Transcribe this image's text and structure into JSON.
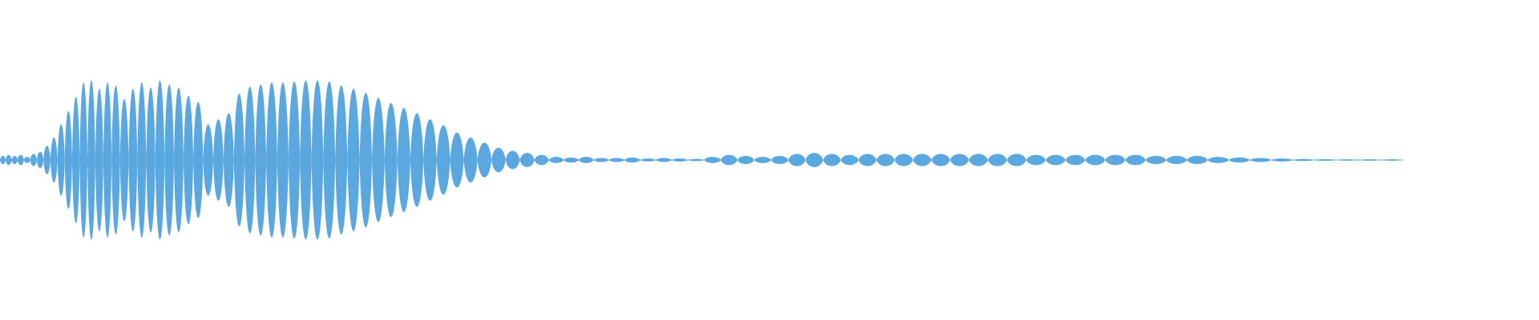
{
  "waveform": {
    "color": "#5ba8e0",
    "background": "#ffffff",
    "lobes": [
      {
        "amp": 0.04
      },
      {
        "amp": 0.05
      },
      {
        "amp": 0.04
      },
      {
        "amp": 0.05
      },
      {
        "amp": 0.03
      },
      {
        "amp": 0.06
      },
      {
        "amp": 0.08
      },
      {
        "amp": 0.14
      },
      {
        "amp": 0.22
      },
      {
        "amp": 0.35
      },
      {
        "amp": 0.48
      },
      {
        "amp": 0.62
      },
      {
        "amp": 0.76
      },
      {
        "amp": 0.78
      },
      {
        "amp": 0.7
      },
      {
        "amp": 0.76
      },
      {
        "amp": 0.73
      },
      {
        "amp": 0.6
      },
      {
        "amp": 0.7
      },
      {
        "amp": 0.76
      },
      {
        "amp": 0.71
      },
      {
        "amp": 0.78
      },
      {
        "amp": 0.74
      },
      {
        "amp": 0.71
      },
      {
        "amp": 0.63
      },
      {
        "amp": 0.57
      },
      {
        "amp": 0.35
      },
      {
        "amp": 0.4
      },
      {
        "amp": 0.46
      },
      {
        "amp": 0.65
      },
      {
        "amp": 0.72
      },
      {
        "amp": 0.74
      },
      {
        "amp": 0.76
      },
      {
        "amp": 0.76
      },
      {
        "amp": 0.77
      },
      {
        "amp": 0.78
      },
      {
        "amp": 0.78
      },
      {
        "amp": 0.77
      },
      {
        "amp": 0.73
      },
      {
        "amp": 0.7
      },
      {
        "amp": 0.66
      },
      {
        "amp": 0.61
      },
      {
        "amp": 0.56
      },
      {
        "amp": 0.51
      },
      {
        "amp": 0.46
      },
      {
        "amp": 0.4
      },
      {
        "amp": 0.34
      },
      {
        "amp": 0.27
      },
      {
        "amp": 0.22
      },
      {
        "amp": 0.17
      },
      {
        "amp": 0.12
      },
      {
        "amp": 0.09
      },
      {
        "amp": 0.07
      },
      {
        "amp": 0.05
      },
      {
        "amp": 0.03
      },
      {
        "amp": 0.025
      },
      {
        "amp": 0.03
      },
      {
        "amp": 0.02
      },
      {
        "amp": 0.02
      },
      {
        "amp": 0.025
      },
      {
        "amp": 0.015
      },
      {
        "amp": 0.02
      },
      {
        "amp": 0.015
      },
      {
        "amp": 0.01
      },
      {
        "amp": 0.03
      },
      {
        "amp": 0.05
      },
      {
        "amp": 0.04
      },
      {
        "amp": 0.03
      },
      {
        "amp": 0.04
      },
      {
        "amp": 0.06
      },
      {
        "amp": 0.07
      },
      {
        "amp": 0.06
      },
      {
        "amp": 0.05
      },
      {
        "amp": 0.06
      },
      {
        "amp": 0.06
      },
      {
        "amp": 0.06
      },
      {
        "amp": 0.06
      },
      {
        "amp": 0.06
      },
      {
        "amp": 0.06
      },
      {
        "amp": 0.06
      },
      {
        "amp": 0.06
      },
      {
        "amp": 0.06
      },
      {
        "amp": 0.05
      },
      {
        "amp": 0.05
      },
      {
        "amp": 0.05
      },
      {
        "amp": 0.05
      },
      {
        "amp": 0.05
      },
      {
        "amp": 0.05
      },
      {
        "amp": 0.04
      },
      {
        "amp": 0.04
      },
      {
        "amp": 0.04
      },
      {
        "amp": 0.03
      },
      {
        "amp": 0.025
      },
      {
        "amp": 0.02
      },
      {
        "amp": 0.015
      },
      {
        "amp": 0.01
      },
      {
        "amp": 0.008
      },
      {
        "amp": 0.006
      },
      {
        "amp": 0.004
      },
      {
        "amp": 0.002
      }
    ]
  }
}
